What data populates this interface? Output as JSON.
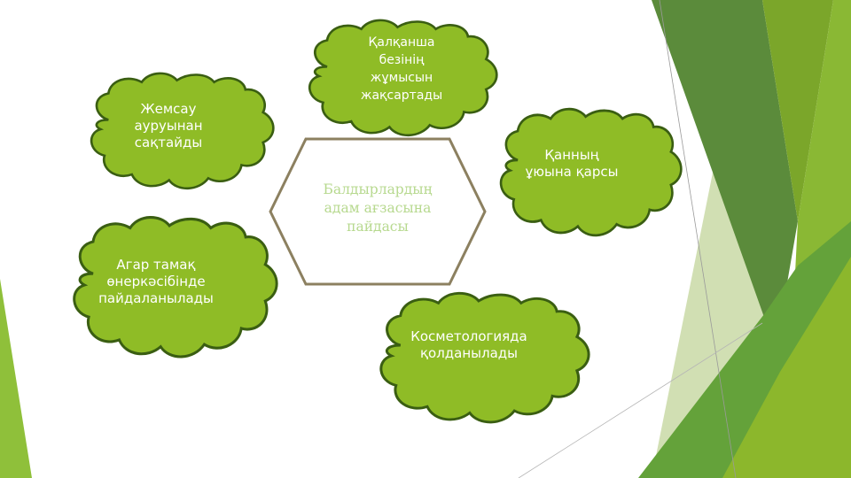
{
  "slide": {
    "center": {
      "title": "Балдырлардың\nадам ағзасына\nпайдасы",
      "text_color": "#b7d98f",
      "border_color": "#8c8060"
    },
    "clouds": [
      {
        "id": "thyroid",
        "text": "Қалқанша\nбезінің\nжұмысын\nжақсартады"
      },
      {
        "id": "disease",
        "text": "Жемсау\nауруынан\nсақтайды"
      },
      {
        "id": "blood",
        "text": "Қанның\nұюына  қарсы"
      },
      {
        "id": "food",
        "text": "Агар тамақ\nөнеркәсібінде\nпайдаланылады"
      },
      {
        "id": "cosmetics",
        "text": "Косметологияда\nқолданылады"
      }
    ],
    "colors": {
      "cloud_fill": "#8fbc26",
      "cloud_border": "#3a5e12",
      "deco_dark": "#5a8a3a",
      "deco_mid": "#7aa72a",
      "deco_light": "#8cb833",
      "deco_pale": "#c8d9a8"
    }
  }
}
